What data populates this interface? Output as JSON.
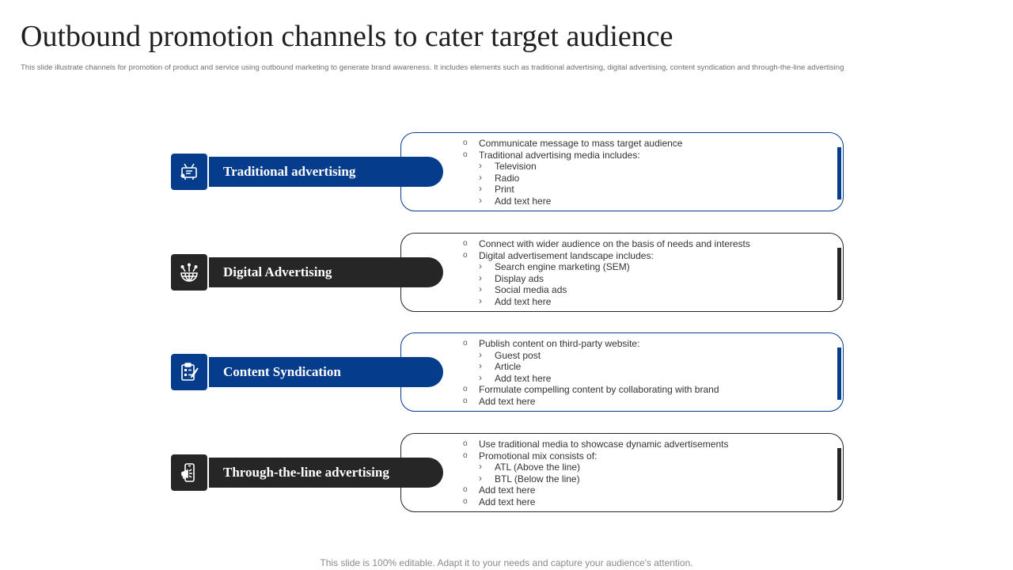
{
  "title": "Outbound promotion channels to cater target audience",
  "subtitle": "This slide illustrate channels for promotion of product and service using outbound marketing to generate brand awareness. It includes elements such as traditional advertising, digital advertising, content syndication and through-the-line advertising",
  "colors": {
    "blue": "#053c8c",
    "dark": "#262626"
  },
  "channels": [
    {
      "label": "Traditional advertising",
      "icon": "tv-broadcast-icon",
      "items": [
        {
          "text": "Communicate message to mass target audience"
        },
        {
          "text": "Traditional advertising media includes:"
        },
        {
          "text": "Television",
          "sub": true
        },
        {
          "text": "Radio",
          "sub": true
        },
        {
          "text": "Print",
          "sub": true
        },
        {
          "text": "Add text here",
          "sub": true
        }
      ]
    },
    {
      "label": "Digital Advertising",
      "icon": "globe-network-icon",
      "items": [
        {
          "text": "Connect with wider audience on the basis of needs and interests"
        },
        {
          "text": "Digital advertisement landscape includes:"
        },
        {
          "text": "Search engine marketing (SEM)",
          "sub": true
        },
        {
          "text": "Display ads",
          "sub": true
        },
        {
          "text": "Social media ads",
          "sub": true
        },
        {
          "text": "Add text here",
          "sub": true
        }
      ]
    },
    {
      "label": "Content Syndication",
      "icon": "clipboard-checklist-icon",
      "items": [
        {
          "text": "Publish content on third-party website:"
        },
        {
          "text": "Guest post",
          "sub": true
        },
        {
          "text": "Article",
          "sub": true
        },
        {
          "text": "Add text here",
          "sub": true
        },
        {
          "text": "Formulate compelling content by collaborating with brand"
        },
        {
          "text": "Add text here"
        }
      ]
    },
    {
      "label": "Through-the-line advertising",
      "icon": "smartphone-megaphone-icon",
      "items": [
        {
          "text": "Use traditional media to showcase dynamic advertisements"
        },
        {
          "text": "Promotional mix consists of:"
        },
        {
          "text": "ATL (Above the line)",
          "sub": true
        },
        {
          "text": "BTL (Below the line)",
          "sub": true
        },
        {
          "text": "Add text here"
        },
        {
          "text": "Add text here"
        }
      ]
    }
  ],
  "footer": "This slide is 100% editable. Adapt it to your needs and capture your audience's attention."
}
